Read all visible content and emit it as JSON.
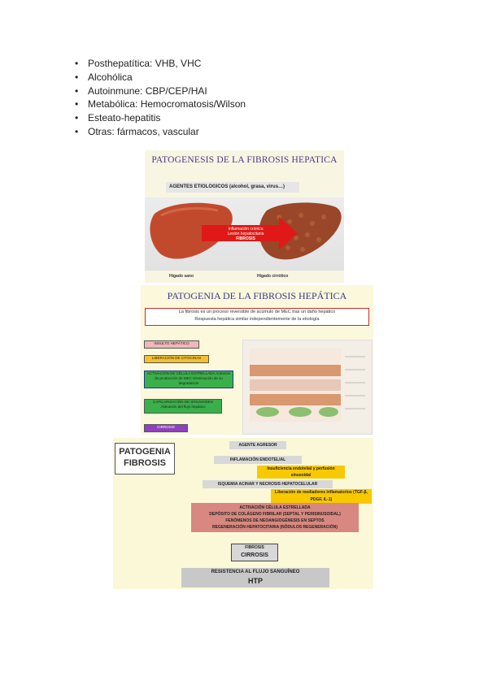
{
  "bullets": [
    "Posthepatítica: VHB, VHC",
    "Alcohólica",
    "Autoinmune: CBP/CEP/HAI",
    "Metabólica: Hemocromatosis/Wilson",
    "Esteato-hepatitis",
    "Otras: fármacos, vascular"
  ],
  "panel1": {
    "title": "PATOGENESIS DE LA FIBROSIS HEPATICA",
    "agents": "AGENTES ETIOLOGICOS (alcohol, grasa, virus…)",
    "arrow_lines": [
      "Inflamación crónica",
      "Lesión hepatocitaria",
      "FIBROSIS"
    ],
    "caption_left": "Hígado sano",
    "caption_right": "Hígado cirrótico",
    "colors": {
      "arrow": "#e01818",
      "liver_healthy": "#c24a2c",
      "liver_cirrhotic": "#9a4628"
    }
  },
  "panel2": {
    "title": "PATOGENIA DE LA FIBROSIS HEPÁTICA",
    "def_line1": "La fibrosis es un proceso reversible de acúmulo de MEC tras un daño hepático",
    "def_line2": "Respuesta hepática similar independientemente de la etiología",
    "flow": [
      "INSULTO HEPÁTICO",
      "LIBERACIÓN DE CITOCINAS",
      "ACTIVACIÓN DE CÉLULA ESTRELLADA Aumento de producción de MEC Disminución de su degradación",
      "CAPILARIZACIÓN DE SINUSOIDES Alteración del flujo hepático",
      "CIRROSIS"
    ]
  },
  "panel3": {
    "title_lines": [
      "PATOGENIA",
      "FIBROSIS"
    ],
    "agente": "AGENTE AGRESOR",
    "inflamacion": "INFLAMACIÓN ENDOTELIAL",
    "side1": "Insuficiencia endotelial y perfusión sinusoidal",
    "isquemia": "ISQUEMIA ACINAR Y NECROSIS HEPATOCELULAR",
    "side2": "Liberación de mediadores inflamatorios (TGF-β, PDGF, IL-1)",
    "activacion": [
      "ACTIVACIÓN CÉLULA ESTRELLADA",
      "DEPÓSITO DE COLÁGENO FIBRILAR (SEPTAL Y PERISINUSOIDAL)",
      "FENÓMENOS DE NEOANGIOGÉNESIS EN SEPTOS",
      "REGENERACIÓN HEPATOCITARIA (NÓDULOS REGENERACIÓN)"
    ],
    "fibrosis": "FIBROSIS",
    "cirrosis": "CIRROSIS",
    "resistencia": "RESISTENCIA AL FLUJO SANGUÍNEO",
    "htp": "HTP"
  }
}
